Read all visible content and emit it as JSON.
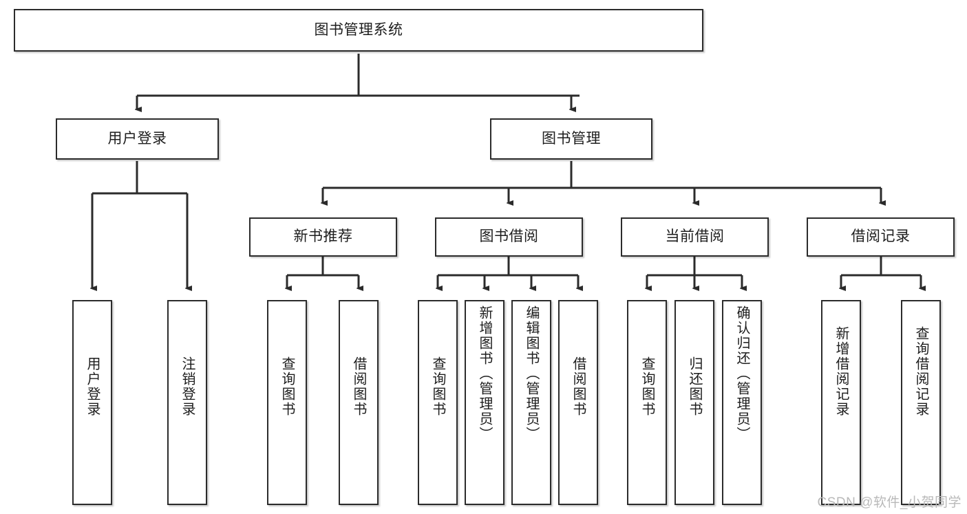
{
  "diagram": {
    "type": "tree-hierarchy-chart",
    "title": "图书管理系统",
    "watermark": "CSDN @软件_小贺同学",
    "colors": {
      "stroke": "#2b2b2b",
      "fill": "#ffffff",
      "text": "#1d1d1d",
      "watermark": "#b9b9b9"
    },
    "nodes": {
      "root": {
        "label": "图书管理系统"
      },
      "level2": [
        {
          "id": "user-login",
          "label": "用户登录"
        },
        {
          "id": "book-manage",
          "label": "图书管理"
        }
      ],
      "level3": [
        {
          "id": "new-book-recommend",
          "label": "新书推荐"
        },
        {
          "id": "book-borrow",
          "label": "图书借阅"
        },
        {
          "id": "current-borrow",
          "label": "当前借阅"
        },
        {
          "id": "borrow-record",
          "label": "借阅记录"
        }
      ],
      "leaves": {
        "user-login": [
          {
            "id": "leaf-user-login",
            "label": "用户登录"
          },
          {
            "id": "leaf-logout",
            "label": "注销登录"
          }
        ],
        "new-book-recommend": [
          {
            "id": "leaf-query-book-1",
            "label": "查询图书"
          },
          {
            "id": "leaf-borrow-book-1",
            "label": "借阅图书"
          }
        ],
        "book-borrow": [
          {
            "id": "leaf-query-book-2",
            "label": "查询图书"
          },
          {
            "id": "leaf-add-book",
            "label": "新增图书（管理员）"
          },
          {
            "id": "leaf-edit-book",
            "label": "编辑图书（管理员）"
          },
          {
            "id": "leaf-borrow-book-2",
            "label": "借阅图书"
          }
        ],
        "current-borrow": [
          {
            "id": "leaf-query-book-3",
            "label": "查询图书"
          },
          {
            "id": "leaf-return-book",
            "label": "归还图书"
          },
          {
            "id": "leaf-confirm-return",
            "label": "确认归还（管理员）"
          }
        ],
        "borrow-record": [
          {
            "id": "leaf-add-record",
            "label": "新增借阅记录"
          },
          {
            "id": "leaf-query-record",
            "label": "查询借阅记录"
          }
        ]
      }
    }
  }
}
